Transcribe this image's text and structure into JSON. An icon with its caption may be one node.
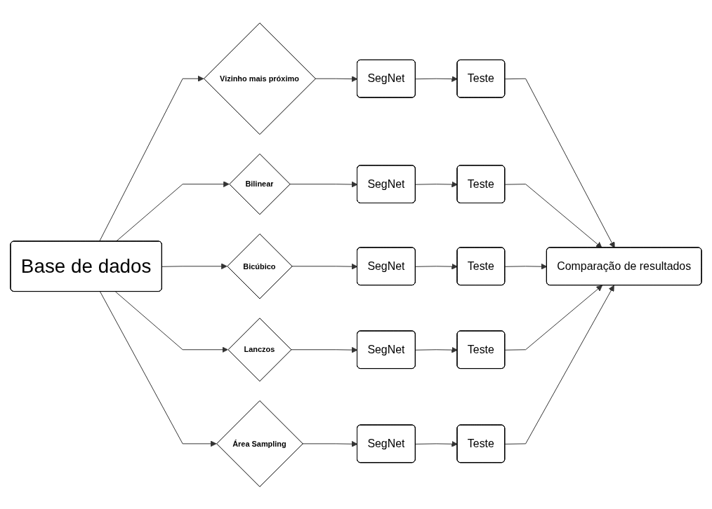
{
  "diagram": {
    "nodes": [
      {
        "text": [
          "Base de dados"
        ]
      },
      {
        "text": [
          "Vizinho mais próximo"
        ]
      },
      {
        "text": [
          "Bilinear"
        ]
      },
      {
        "text": [
          "Bicúbico"
        ]
      },
      {
        "text": [
          "Lanczos"
        ]
      },
      {
        "text": [
          "Área Sampling"
        ]
      },
      {
        "text": [
          "SegNet"
        ]
      },
      {
        "text": [
          "SegNet"
        ]
      },
      {
        "text": [
          "SegNet"
        ]
      },
      {
        "text": [
          "SegNet"
        ]
      },
      {
        "text": [
          "SegNet"
        ]
      },
      {
        "text": [
          "Teste"
        ]
      },
      {
        "text": [
          "Teste"
        ]
      },
      {
        "text": [
          "Teste"
        ]
      },
      {
        "text": [
          "Teste"
        ]
      },
      {
        "text": [
          "Teste"
        ]
      },
      {
        "text": [
          "Comparação de resultados"
        ]
      }
    ],
    "edges": [
      {
        "from": 0,
        "to": 1,
        "arrow": "to"
      },
      {
        "from": 0,
        "to": 2,
        "arrow": "to"
      },
      {
        "from": 0,
        "to": 3,
        "arrow": "to"
      },
      {
        "from": 0,
        "to": 4,
        "arrow": "to"
      },
      {
        "from": 0,
        "to": 5,
        "arrow": "to"
      },
      {
        "from": 1,
        "to": 6,
        "arrow": "to"
      },
      {
        "from": 2,
        "to": 7,
        "arrow": "to"
      },
      {
        "from": 3,
        "to": 8,
        "arrow": "to"
      },
      {
        "from": 4,
        "to": 9,
        "arrow": "to"
      },
      {
        "from": 5,
        "to": 10,
        "arrow": "to"
      },
      {
        "from": 6,
        "to": 11,
        "arrow": "to"
      },
      {
        "from": 7,
        "to": 12,
        "arrow": "to"
      },
      {
        "from": 8,
        "to": 13,
        "arrow": "to"
      },
      {
        "from": 9,
        "to": 14,
        "arrow": "to"
      },
      {
        "from": 10,
        "to": 15,
        "arrow": "to"
      },
      {
        "from": 11,
        "to": 16,
        "arrow": "to"
      },
      {
        "from": 12,
        "to": 16,
        "arrow": "to"
      },
      {
        "from": 13,
        "to": 16,
        "arrow": "to"
      },
      {
        "from": 14,
        "to": 16,
        "arrow": "to"
      },
      {
        "from": 15,
        "to": 16,
        "arrow": "to"
      }
    ]
  }
}
